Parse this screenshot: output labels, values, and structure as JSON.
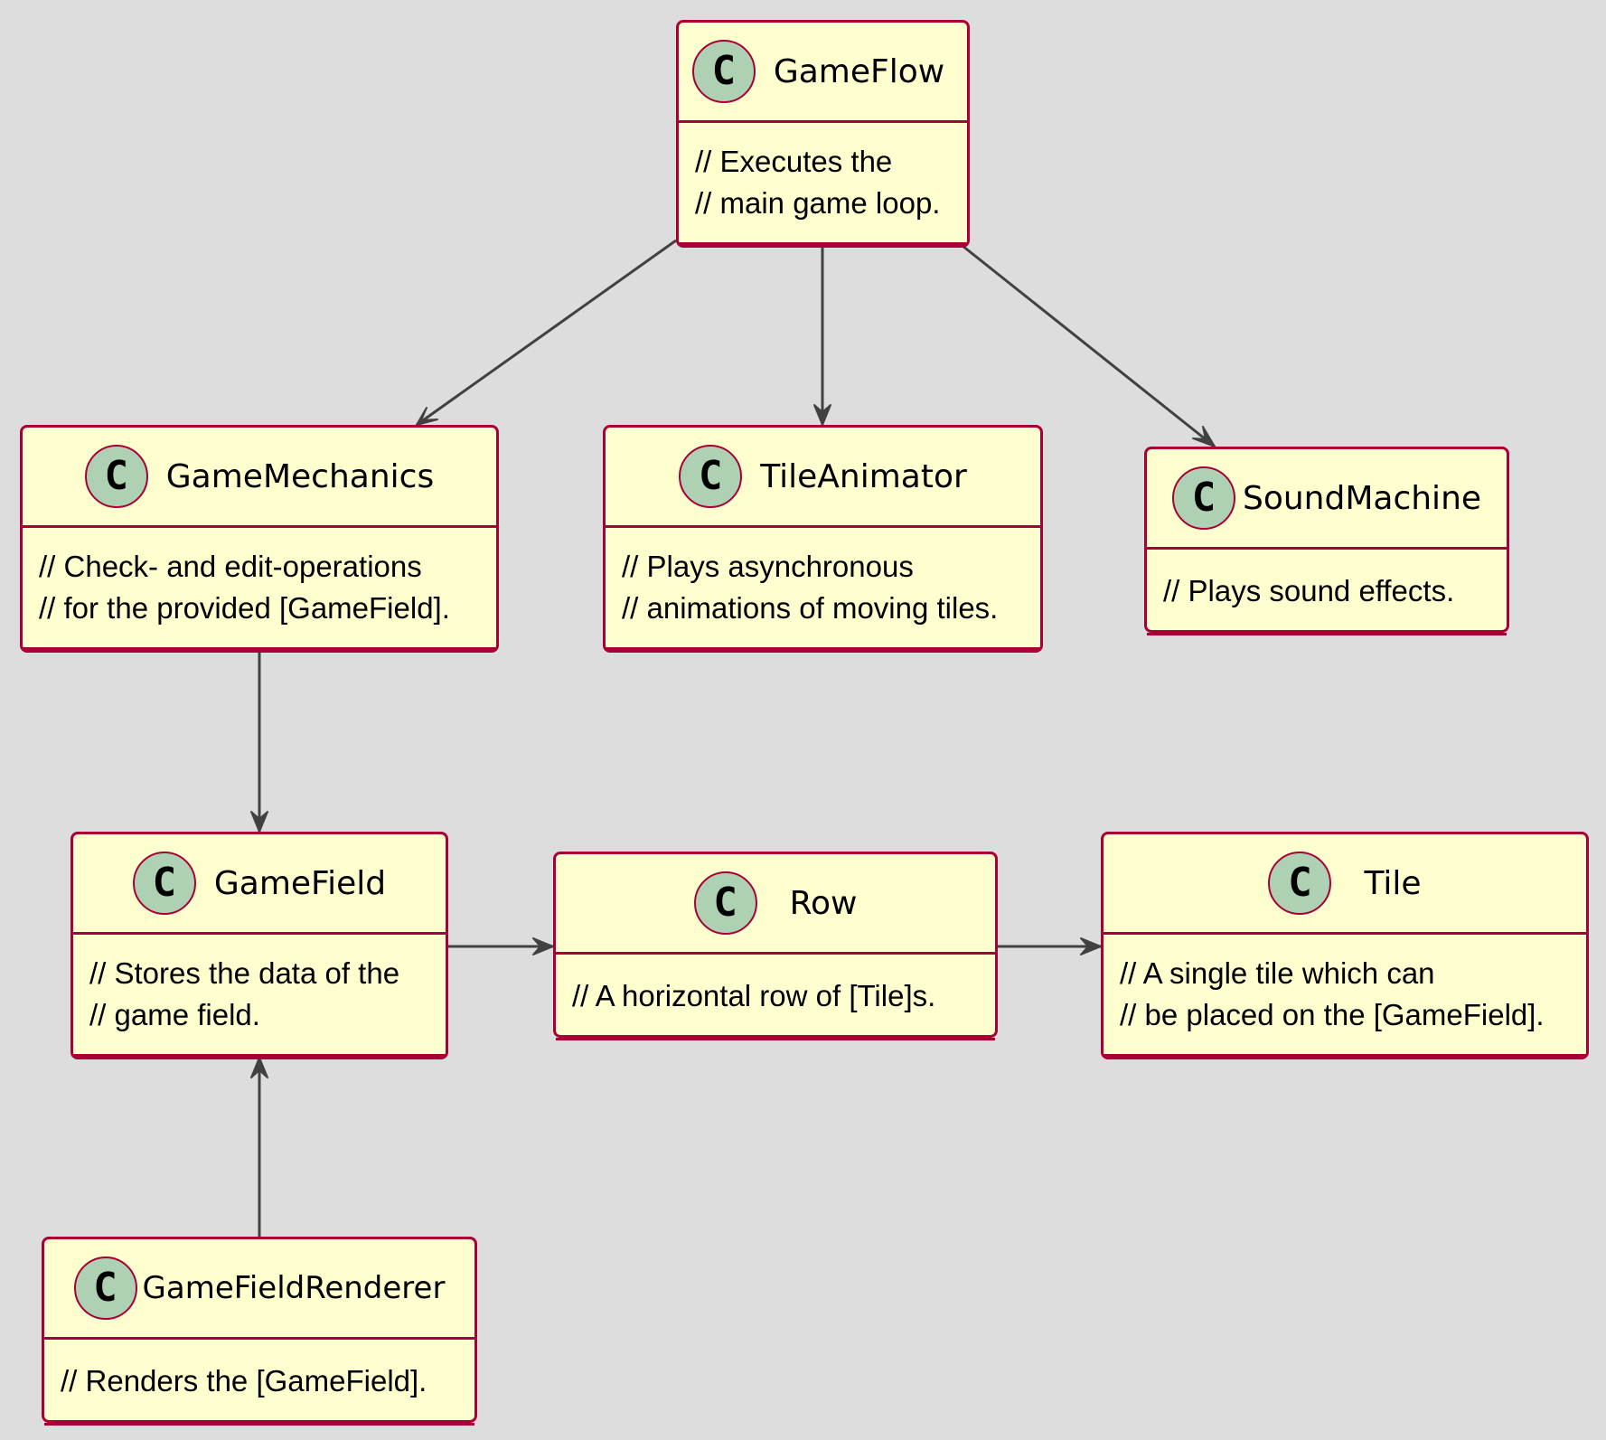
{
  "diagram": {
    "background_color": "#dddddd",
    "box_fill_color": "#fefece",
    "box_border_color": "#a80036",
    "class_icon_color": "#add1b2",
    "arrow_color": "#414141",
    "class_icon_letter": "C",
    "classes": {
      "gameflow": {
        "name": "GameFlow",
        "description": [
          "// Executes the",
          "// main game loop."
        ]
      },
      "gamemechanics": {
        "name": "GameMechanics",
        "description": [
          "// Check- and edit-operations",
          "// for the provided [GameField]."
        ]
      },
      "tileanimator": {
        "name": "TileAnimator",
        "description": [
          "// Plays asynchronous",
          "// animations of moving tiles."
        ]
      },
      "soundmachine": {
        "name": "SoundMachine",
        "description": [
          "// Plays sound effects."
        ]
      },
      "gamefield": {
        "name": "GameField",
        "description": [
          "// Stores the data of the",
          "// game field."
        ]
      },
      "row": {
        "name": "Row",
        "description": [
          "// A horizontal row of [Tile]s."
        ]
      },
      "tile": {
        "name": "Tile",
        "description": [
          "// A single tile which can",
          "// be placed on the [GameField]."
        ]
      },
      "gamefieldrenderer": {
        "name": "GameFieldRenderer",
        "description": [
          "// Renders the [GameField]."
        ]
      }
    },
    "relations": [
      {
        "from": "GameFlow",
        "to": "GameMechanics"
      },
      {
        "from": "GameFlow",
        "to": "TileAnimator"
      },
      {
        "from": "GameFlow",
        "to": "SoundMachine"
      },
      {
        "from": "GameMechanics",
        "to": "GameField"
      },
      {
        "from": "GameField",
        "to": "Row"
      },
      {
        "from": "Row",
        "to": "Tile"
      },
      {
        "from": "GameFieldRenderer",
        "to": "GameField"
      }
    ]
  }
}
